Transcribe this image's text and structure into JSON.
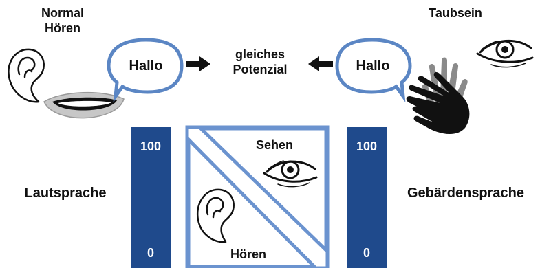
{
  "left_group": {
    "title_line1": "Normal",
    "title_line2": "Hören",
    "bubble": "Hallo"
  },
  "right_group": {
    "title": "Taubsein",
    "bubble": "Hallo"
  },
  "center": {
    "line1": "gleiches",
    "line2": "Potenzial"
  },
  "left_scale": {
    "label": "Lautsprache",
    "top": "100",
    "bottom": "0"
  },
  "right_scale": {
    "label": "Gebärdensprache",
    "top": "100",
    "bottom": "0"
  },
  "square": {
    "upper_label": "Sehen",
    "lower_label": "Hören"
  },
  "colors": {
    "bubble_border": "#5b86c4",
    "bar_fill": "#1f4a8c",
    "square_border": "#6b93cf",
    "text": "#111111"
  },
  "icons": [
    "ear-icon",
    "mouth-icon",
    "eye-icon",
    "hands-icon",
    "arrow-right-icon",
    "arrow-left-icon"
  ]
}
